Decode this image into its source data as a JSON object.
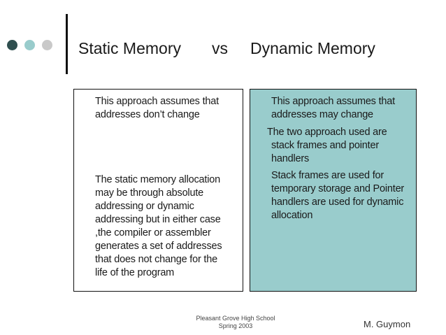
{
  "title": {
    "left": "Static Memory",
    "vs": "vs",
    "right": "Dynamic Memory"
  },
  "left_box": {
    "items": [
      {
        "bullet": "",
        "line1": "This approach assumes that",
        "line2": "addresses don’t change"
      },
      {
        "bullet": "",
        "lines": [
          "The static memory allocation",
          "may be through absolute",
          "addressing or dynamic",
          "addressing but in either case",
          ",the compiler or assembler",
          "generates a set of addresses",
          "that does not change for the",
          "life of the program"
        ]
      }
    ]
  },
  "right_box": {
    "item1": {
      "bullet": "",
      "line1": "This approach assumes that",
      "line2": "addresses may change"
    },
    "note": {
      "line1": "The two approach used are",
      "line2": "stack frames and pointer",
      "line3": "handlers"
    },
    "item2": {
      "bullet": "",
      "lines": [
        "Stack frames are used for",
        "temporary storage and Pointer",
        "handlers are used for dynamic",
        "allocation"
      ]
    }
  },
  "footer": {
    "school": "Pleasant Grove High School",
    "term": "Spring 2003",
    "author": "M. Guymon"
  },
  "colors": {
    "accent_teal": "#99cccc",
    "dark_dot": "#2f4f4f",
    "gray_dot": "#c9c9c9"
  }
}
